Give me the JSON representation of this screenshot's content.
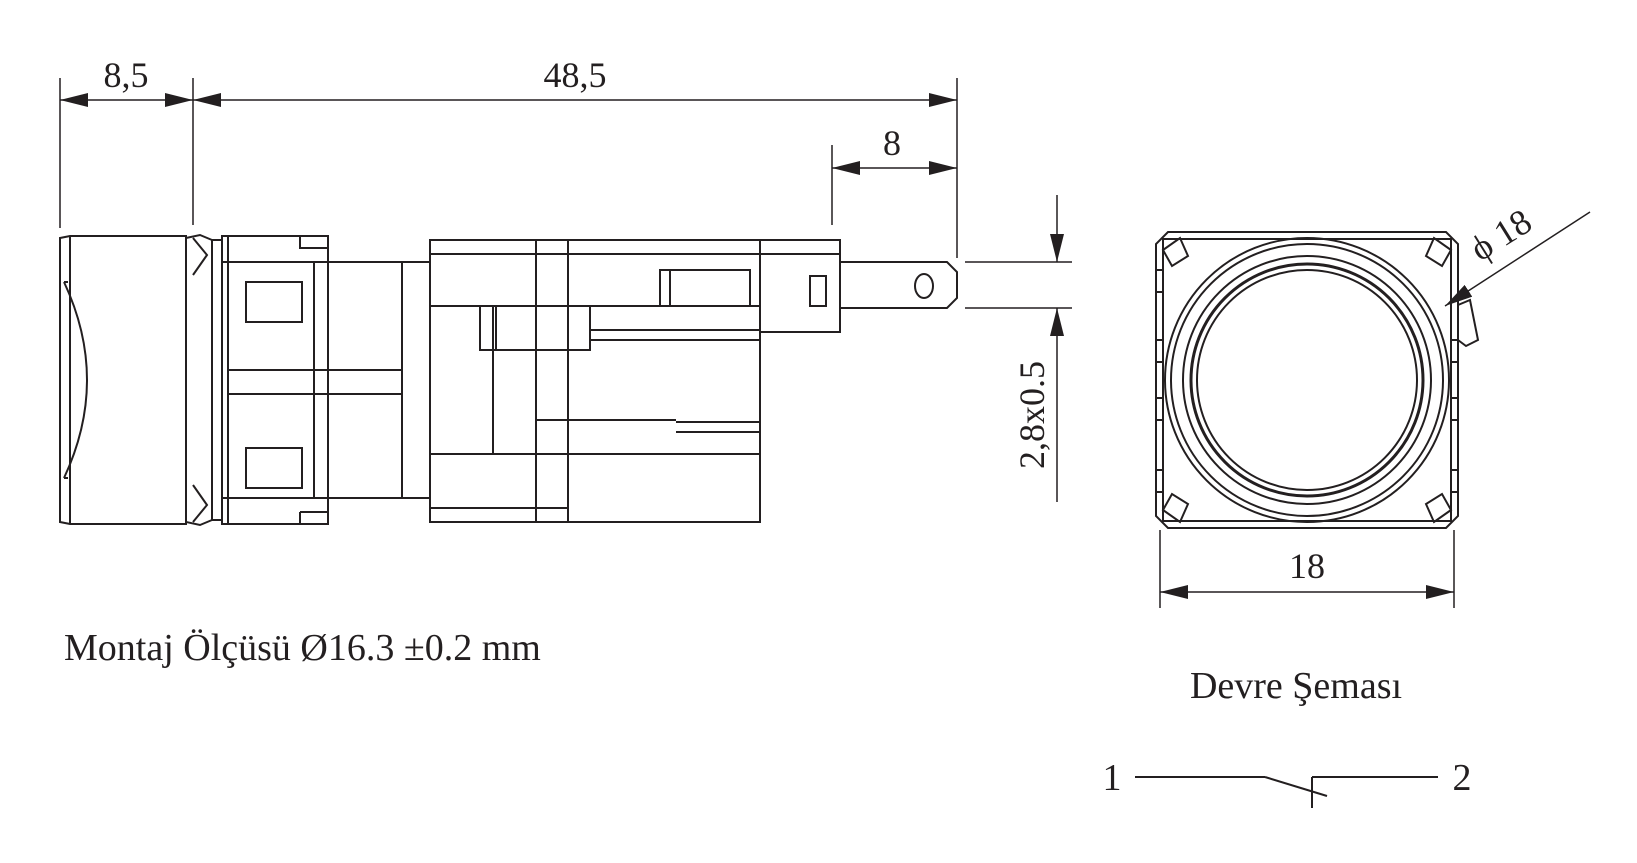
{
  "dimensions": {
    "head_depth": "8,5",
    "body_length": "48,5",
    "terminal_length": "8",
    "terminal_size": "2,8x0.5",
    "front_width": "18",
    "diameter": "18",
    "diameter_symbol": "ϕ"
  },
  "captions": {
    "mounting": "Montaj Ölçüsü Ø16.3 ±0.2 mm",
    "circuit": "Devre Şeması"
  },
  "circuit": {
    "terminal_1": "1",
    "terminal_2": "2"
  },
  "colors": {
    "line": "#231f20",
    "background": "#ffffff"
  }
}
